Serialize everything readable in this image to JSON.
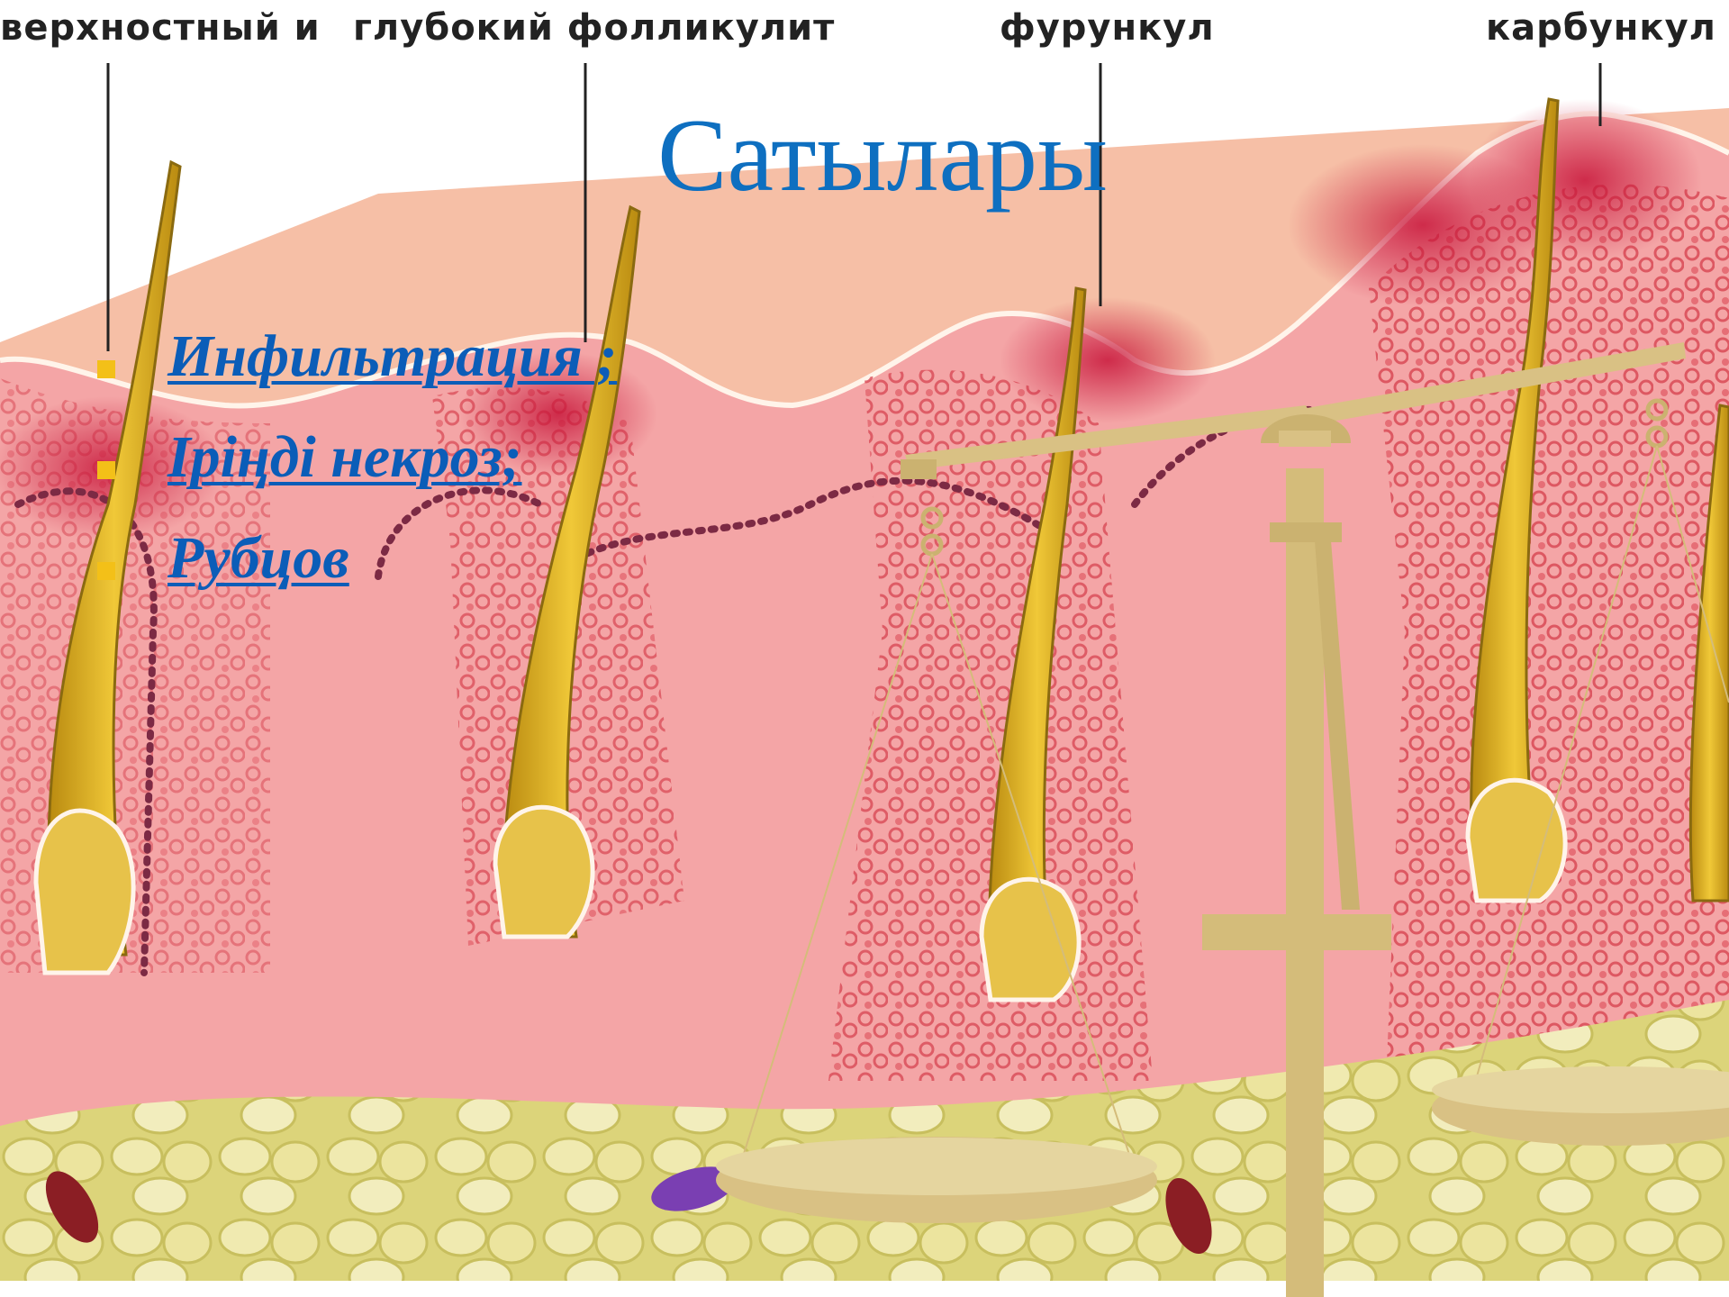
{
  "diagram": {
    "labels": [
      "верхностный и",
      "глубокий фолликулит",
      "фурункул",
      "карбункул"
    ]
  },
  "slide": {
    "title": "Сатылары",
    "bullets": [
      "Инфильтрация ;",
      "Іріңді некроз;",
      "Рубцов"
    ]
  },
  "colors": {
    "title": "#0e6fc0",
    "link": "#0b5db8",
    "bullet_marker": "#f3c018",
    "skin": "#f3a7a7",
    "fat": "#e6df8c",
    "scale": "#d9c184"
  }
}
